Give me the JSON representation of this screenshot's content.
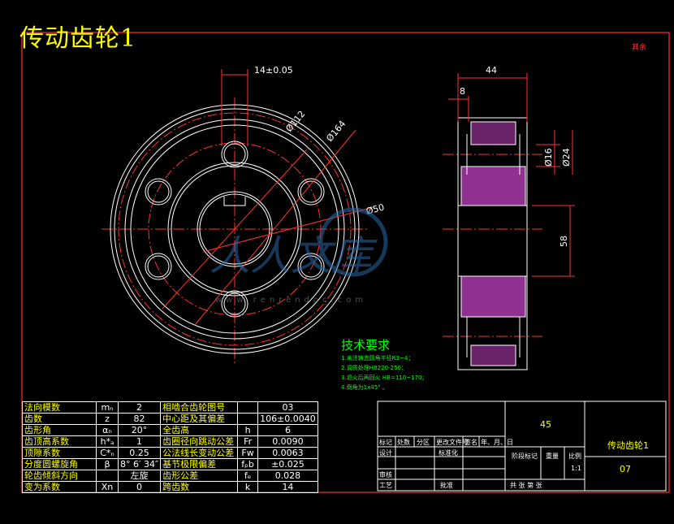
{
  "title": "传动齿轮1",
  "corner_mark": "其余",
  "dimensions": {
    "width_tol": "14±0.05",
    "pitch_circle": "Ø112",
    "outer_dia": "Ø164",
    "hub_dia": "Ø50",
    "face_width": "44",
    "chamfer_width": "8",
    "bore_small": "Ø16",
    "bore_large": "Ø24",
    "hub_height": "58"
  },
  "watermark": {
    "text": "人人文库",
    "url": "www.renrendoc.com"
  },
  "tech_requirements": {
    "heading": "技术要求",
    "items": [
      "1.未注铸造圆角半径R3~4；",
      "2.调质处理HB220-250；",
      "3.退火后再回火 HB=110~170；",
      "4.倒角为1x45° 。"
    ]
  },
  "params": [
    {
      "label": "法向模数",
      "sym": "mₙ",
      "val": "2",
      "label2": "相啮合齿轮图号",
      "sym2": "",
      "val2": "03"
    },
    {
      "label": "齿数",
      "sym": "z",
      "val": "82",
      "label2": "中心距及其偏差",
      "sym2": "",
      "val2": "106±0.0040"
    },
    {
      "label": "齿形角",
      "sym": "αₙ",
      "val": "20°",
      "label2": "全齿高",
      "sym2": "h",
      "val2": "6"
    },
    {
      "label": "齿顶高系数",
      "sym": "h*ₐ",
      "val": "1",
      "label2": "齿圈径向跳动公差",
      "sym2": "Fr",
      "val2": "0.0090"
    },
    {
      "label": "顶隙系数",
      "sym": "C*ₙ",
      "val": "0.25",
      "label2": "公法线长变动公差",
      "sym2": "Fw",
      "val2": "0.0063"
    },
    {
      "label": "分度圆螺旋角",
      "sym": "β",
      "val": "8° 6′ 34″",
      "label2": "基节极限偏差",
      "sym2": "fₚb",
      "val2": "±0.025"
    },
    {
      "label": "轮齿倾斜方向",
      "sym": "",
      "val": "左旋",
      "label2": "齿形公差",
      "sym2": "fₑ",
      "val2": "0.028"
    },
    {
      "label": "变为系数",
      "sym": "Xn",
      "val": "0",
      "label2": "跨齿数",
      "sym2": "k",
      "val2": "14"
    }
  ],
  "title_block": {
    "material": "45",
    "part_name": "传动齿轮1",
    "drawing_no": "07",
    "scale": "1:1",
    "row_labels": [
      "标记",
      "处数",
      "分区",
      "更改文件号",
      "签名",
      "年、月、日"
    ],
    "design": "设计",
    "standard": "标准化",
    "review": "审核",
    "process": "工艺",
    "approve": "批准",
    "stage": "阶段标记",
    "weight": "重量",
    "scale_label": "比例",
    "sheet": "共  张  第  张"
  }
}
